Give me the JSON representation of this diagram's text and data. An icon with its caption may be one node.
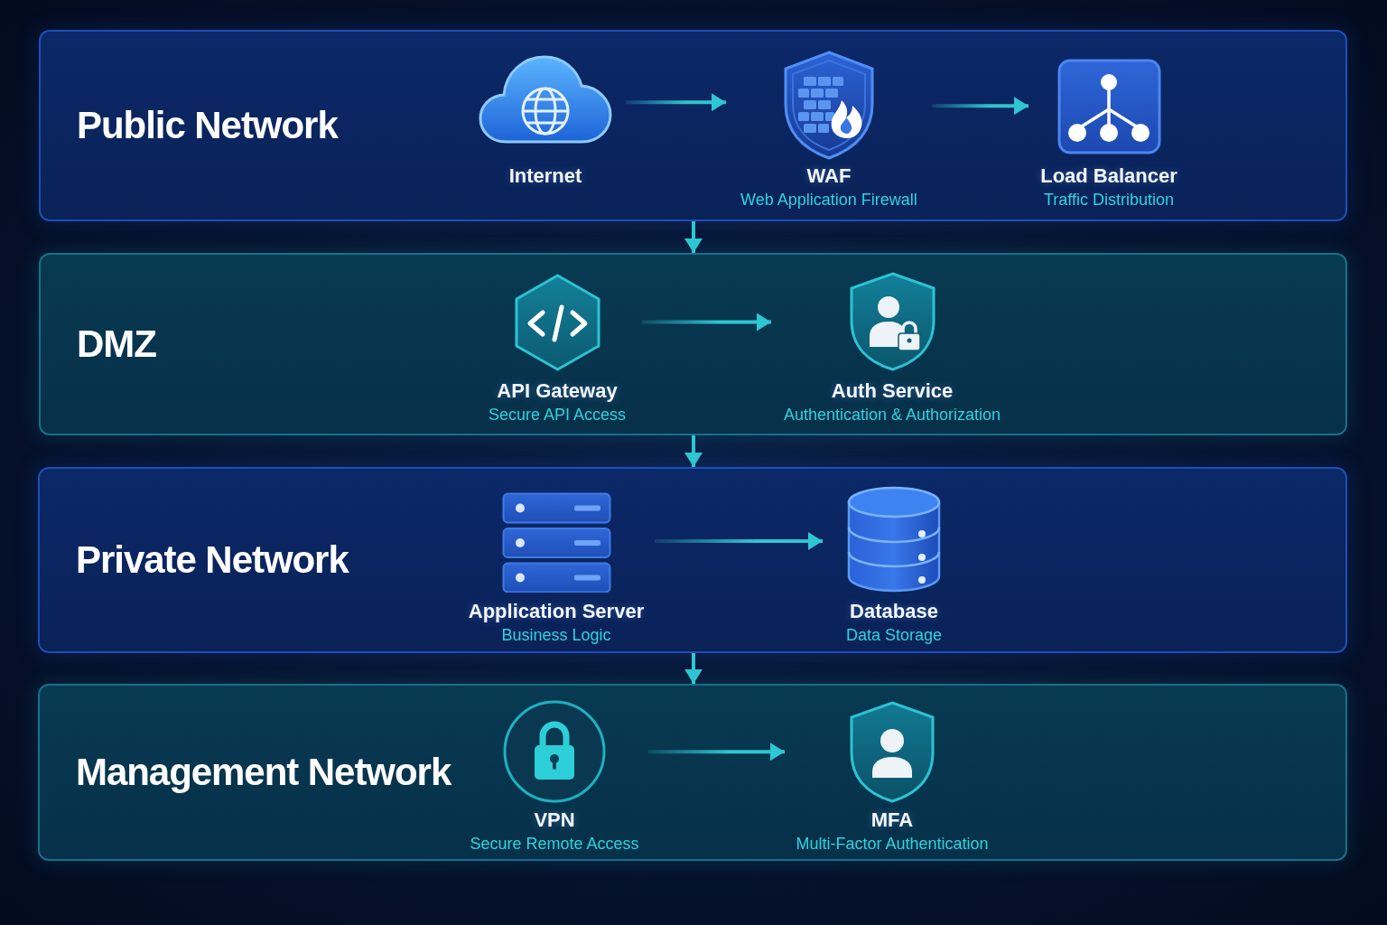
{
  "diagram": {
    "nodes": [
      {
        "text": [
          "Public Network"
        ]
      },
      {
        "text": [
          "Internet"
        ],
        "in": 0
      },
      {
        "text": [
          "WAF",
          "Web Application Firewall"
        ],
        "in": 0
      },
      {
        "text": [
          "Load Balancer",
          "Traffic Distribution"
        ],
        "in": 0
      },
      {
        "text": [
          "DMZ"
        ]
      },
      {
        "text": [
          "API Gateway",
          "Secure API Access"
        ],
        "in": 4
      },
      {
        "text": [
          "Auth Service",
          "Authentication & Authorization"
        ],
        "in": 4
      },
      {
        "text": [
          "Private Network"
        ]
      },
      {
        "text": [
          "Application Server",
          "Business Logic"
        ],
        "in": 7
      },
      {
        "text": [
          "Database",
          "Data Storage"
        ],
        "in": 7
      },
      {
        "text": [
          "Management Network"
        ]
      },
      {
        "text": [
          "VPN",
          "Secure Remote Access"
        ],
        "in": 10
      },
      {
        "text": [
          "MFA",
          "Multi-Factor Authentication"
        ],
        "in": 10
      }
    ],
    "edges": [
      {
        "from": 1,
        "to": 2,
        "arrow": "to"
      },
      {
        "from": 2,
        "to": 3,
        "arrow": "to"
      },
      {
        "from": 0,
        "to": 4,
        "arrow": "to"
      },
      {
        "from": 5,
        "to": 6,
        "arrow": "to"
      },
      {
        "from": 4,
        "to": 7,
        "arrow": "to"
      },
      {
        "from": 8,
        "to": 9,
        "arrow": "to"
      },
      {
        "from": 7,
        "to": 10,
        "arrow": "to"
      },
      {
        "from": 11,
        "to": 12,
        "arrow": "to"
      }
    ]
  }
}
